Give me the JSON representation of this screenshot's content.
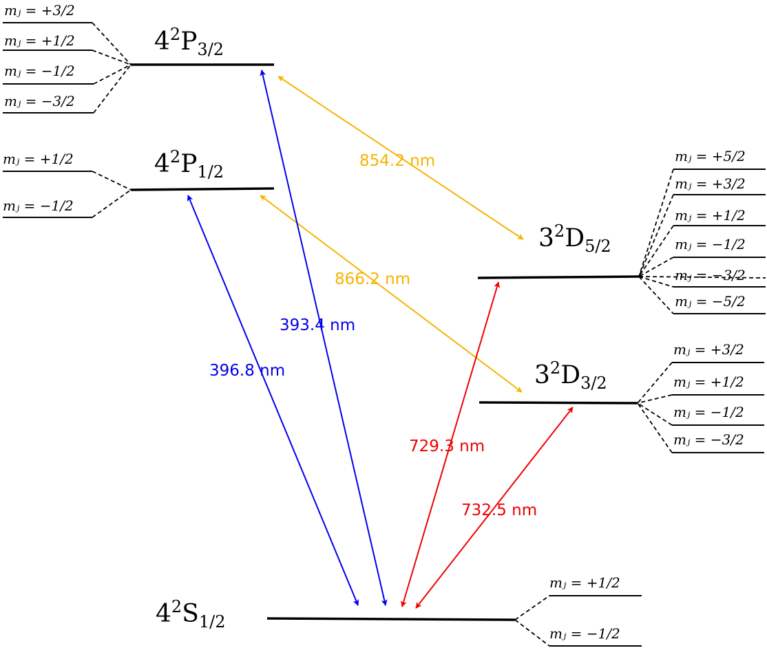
{
  "levels": {
    "p32": {
      "base": "4",
      "sup": "2",
      "letter": "P",
      "sub": "3/2"
    },
    "p12": {
      "base": "4",
      "sup": "2",
      "letter": "P",
      "sub": "1/2"
    },
    "d52": {
      "base": "3",
      "sup": "2",
      "letter": "D",
      "sub": "5/2"
    },
    "d32": {
      "base": "3",
      "sup": "2",
      "letter": "D",
      "sub": "3/2"
    },
    "s12": {
      "base": "4",
      "sup": "2",
      "letter": "S",
      "sub": "1/2"
    }
  },
  "sublevels": {
    "p32": [
      "mⱼ = +3/2",
      "mⱼ = +1/2",
      "mⱼ = −1/2",
      "mⱼ = −3/2"
    ],
    "p12": [
      "mⱼ = +1/2",
      "mⱼ = −1/2"
    ],
    "d52": [
      "mⱼ = +5/2",
      "mⱼ = +3/2",
      "mⱼ = +1/2",
      "mⱼ = −1/2",
      "mⱼ = −3/2",
      "mⱼ = −5/2"
    ],
    "d32": [
      "mⱼ = +3/2",
      "mⱼ = +1/2",
      "mⱼ = −1/2",
      "mⱼ = −3/2"
    ],
    "s12": [
      "mⱼ = +1/2",
      "mⱼ = −1/2"
    ]
  },
  "transitions": {
    "t854": {
      "label": "854.2 nm",
      "color": "#f5b400"
    },
    "t866": {
      "label": "866.2 nm",
      "color": "#f5b400"
    },
    "t3934": {
      "label": "393.4 nm",
      "color": "#0000ee"
    },
    "t3968": {
      "label": "396.8 nm",
      "color": "#0000ee"
    },
    "t7293": {
      "label": "729.3 nm",
      "color": "#ee0000"
    },
    "t7325": {
      "label": "732.5 nm",
      "color": "#ee0000"
    }
  }
}
